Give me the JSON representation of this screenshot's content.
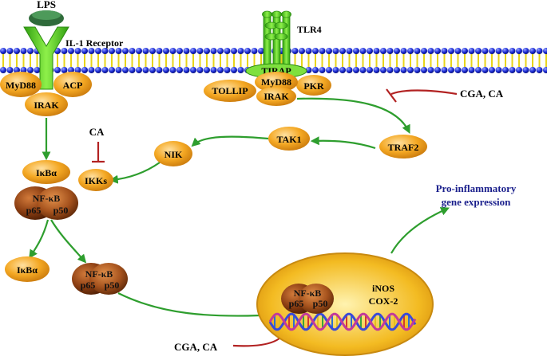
{
  "labels": {
    "lps": "LPS",
    "il1_receptor": "IL-1  Receptor",
    "tlr4": "TLR4",
    "myd88": "MyD88",
    "acp": "ACP",
    "irak": "IRAK",
    "tirap": "TIRAP",
    "tollip": "TOLLIP",
    "myd88_tlr": "MyD88",
    "pkr": "PKR",
    "irak_tlr": "IRAK",
    "cga_ca_top": "CGA, CA",
    "ca": "CA",
    "tak1": "TAK1",
    "traf2": "TRAF2",
    "nik": "NIK",
    "ikks": "IKKs",
    "ikba_top": "IκBα",
    "nfkb": "NF-κB",
    "p65": "p65",
    "p50": "p50",
    "ikba_free": "IκBα",
    "nfkb_mid": "NF-κB",
    "p65_mid": "p65",
    "p50_mid": "p50",
    "nfkb_nuc": "NF-κB",
    "p65_nuc": "p65",
    "p50_nuc": "p50",
    "inos": "iNOS",
    "cox2": "COX-2",
    "proinf_line1": "Pro-inflammatory",
    "proinf_line2": "gene expression",
    "cga_ca_bottom": "CGA, CA"
  },
  "colors": {
    "activation_arrow": "#2e9e2e",
    "inhibition": "#b22222",
    "protein_fill": "#f4a823",
    "receptor": "#4cc21f",
    "membrane_head": "#1f2fd8",
    "membrane_tail": "#e8d51a",
    "nfkb": "#8a3d12",
    "lps": "#2f6b3a",
    "text_blue": "#1a1f8c"
  }
}
